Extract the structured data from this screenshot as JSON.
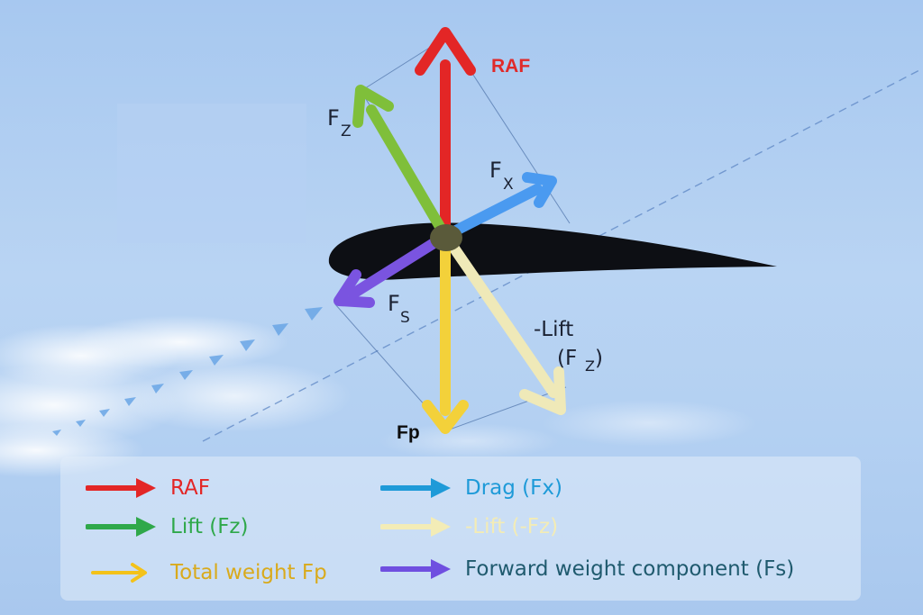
{
  "labels": {
    "raf": "RAF",
    "fz_main": "F",
    "fz_sub": "Z",
    "fx_main": "F",
    "fx_sub": "X",
    "fs_main": "F",
    "fs_sub": "S",
    "neglift_line1": "-Lift",
    "neglift_line2": "(F",
    "neglift_sub": "Z",
    "neglift_close": ")",
    "fp": "Fp"
  },
  "legend": [
    {
      "text": "RAF",
      "color": "#e32626"
    },
    {
      "text": "Lift (Fz)",
      "color": "#2fa84a"
    },
    {
      "text": "Total weight Fp",
      "color": "#e6b828"
    },
    {
      "text": "Drag (Fx)",
      "color": "#1e9ad8"
    },
    {
      "text": "-Lift (-Fz)",
      "color": "#f3ecb6"
    },
    {
      "text": "Forward weight component (Fs)",
      "color": "#1f5a6e",
      "arrow_color": "#6f4fe0"
    }
  ],
  "colors": {
    "raf": "#e32626",
    "lift": "#7fbf3a",
    "drag": "#4a9af0",
    "neg_lift": "#efe9b8",
    "weight": "#f3d13a",
    "forward": "#7a54e0",
    "airfoil": "#0d0f14",
    "pivot": "#5a5a3a"
  }
}
